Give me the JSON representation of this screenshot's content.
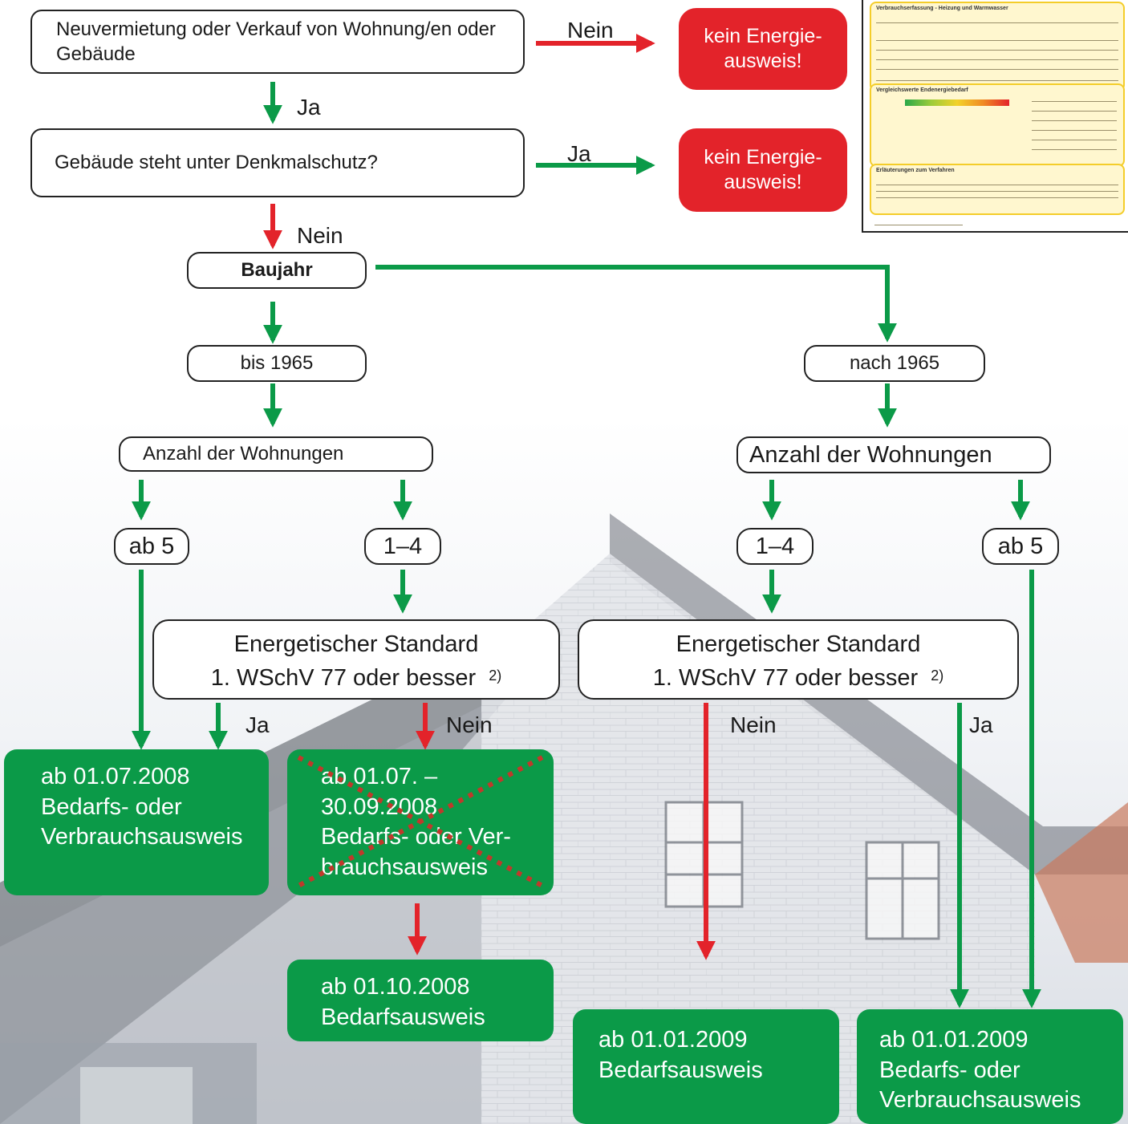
{
  "nodes": {
    "q1": "Neuvermietung oder Verkauf von Wohnung/en oder Gebäude",
    "q1_nein": "Nein",
    "red1": "kein Energie-ausweis!",
    "q1_ja": "Ja",
    "q2": "Gebäude steht unter Denkmalschutz?",
    "q2_ja": "Ja",
    "red2": "kein Energie-ausweis!",
    "q2_nein": "Nein",
    "baujahr": "Baujahr",
    "bis1965": "bis 1965",
    "nach1965": "nach 1965",
    "anzahl_left": "Anzahl der Wohnungen",
    "anzahl_right": "Anzahl der Wohnungen",
    "ab5_left": "ab 5",
    "r14_left": "1–4",
    "r14_right": "1–4",
    "ab5_right": "ab 5",
    "std_line1": "Energetischer Standard",
    "std_line2": "1. WSchV 77 oder besser",
    "std_note": "2)",
    "l_ja": "Ja",
    "l_nein": "Nein",
    "r_nein": "Nein",
    "r_ja": "Ja"
  },
  "results": {
    "g1": [
      "ab 01.07.2008",
      "Bedarfs- oder",
      "Verbrauchsausweis"
    ],
    "g2": [
      "ab 01.07. –",
      "30.09.2008",
      "Bedarfs- oder Ver-",
      "brauchsausweis"
    ],
    "g3": [
      "ab 01.10.2008",
      "Bedarfsausweis"
    ],
    "g4": [
      "ab 01.01.2009",
      "Bedarfsausweis"
    ],
    "g5": [
      "ab 01.01.2009",
      "Bedarfs- oder",
      "Verbrauchsausweis"
    ]
  },
  "document": {
    "section1": "Verbrauchserfassung - Heizung und Warmwasser",
    "section2": "Vergleichswerte Endenergiebedarf",
    "section3": "Erläuterungen zum Verfahren"
  },
  "colors": {
    "green": "#0b9a48",
    "red": "#e3232a",
    "panel": "#fff7cf"
  }
}
